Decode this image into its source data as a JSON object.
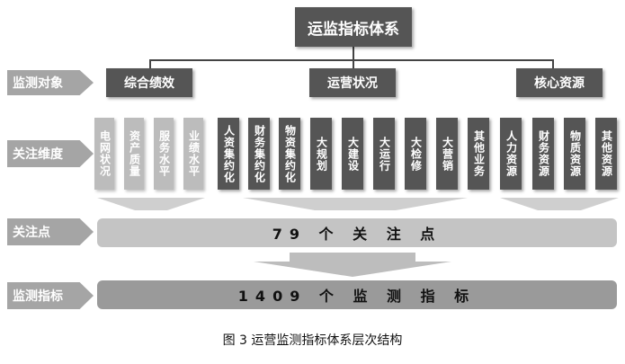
{
  "title": "运监指标体系",
  "row_labels": {
    "objects": "监测对象",
    "dimensions": "关注维度",
    "focus_points": "关注点",
    "indicators": "监测指标"
  },
  "categories": [
    "综合绩效",
    "运营状况",
    "核心资源"
  ],
  "dimensions": {
    "performance": [
      "电网状况",
      "资产质量",
      "服务水平",
      "业绩水平"
    ],
    "operations": [
      "人资集约化",
      "财务集约化",
      "物资集约化",
      "大规划",
      "大建设",
      "大运行",
      "大检修",
      "大营销",
      "其他业务"
    ],
    "resources": [
      "人力资源",
      "财务资源",
      "物质资源",
      "其他资源"
    ]
  },
  "focus_bar": "79 个 关 注 点",
  "indicator_bar": "1409 个 监 测 指 标",
  "caption": "图 3  运营监测指标体系层次结构",
  "colors": {
    "dark_box": "#555555",
    "light_box": "#bcbcbc",
    "label_arrow": "#a5a5a5",
    "focus_bar": "#c4c4c4",
    "indicator_bar": "#9a9a9a"
  }
}
